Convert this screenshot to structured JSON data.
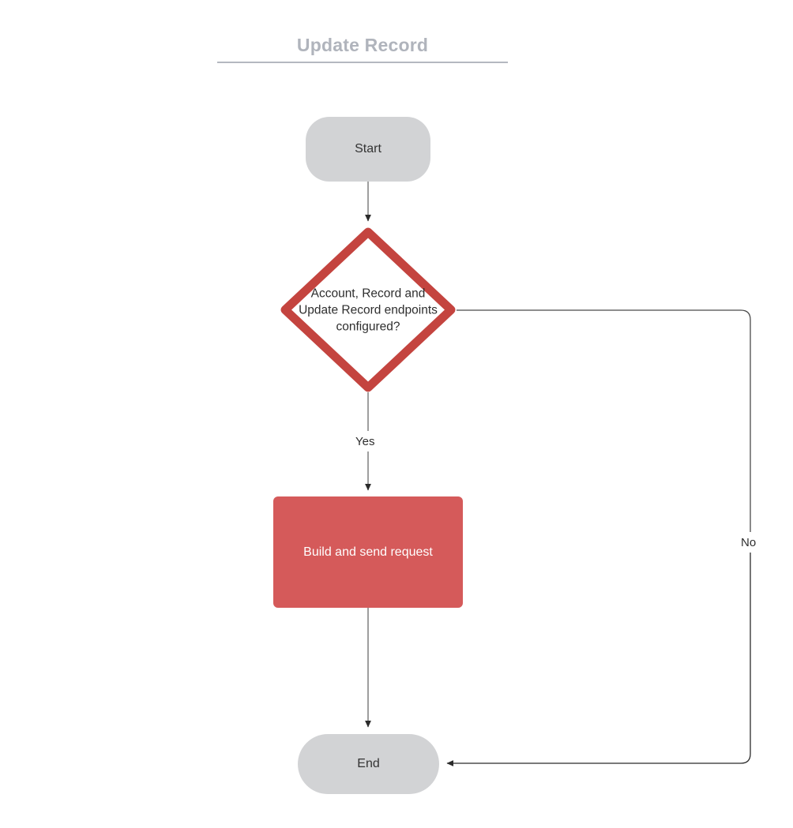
{
  "diagram": {
    "title": "Update Record",
    "type": "flowchart",
    "colors": {
      "terminator_fill": "#d2d3d5",
      "process_fill": "#d55a5a",
      "decision_stroke": "#c4443f",
      "decision_fill": "#ffffff",
      "edge_stroke": "#3d3d3d",
      "title_text": "#b0b4bc",
      "node_text_dark": "#333333",
      "node_text_light": "#ffffff"
    },
    "nodes": [
      {
        "id": "start",
        "shape": "terminator",
        "label": "Start"
      },
      {
        "id": "decision",
        "shape": "decision",
        "label": "Account, Record and Update Record endpoints configured?",
        "label_lines": [
          "Account, Record and",
          "Update Record endpoints",
          "configured?"
        ]
      },
      {
        "id": "process",
        "shape": "process",
        "label": "Build and send request"
      },
      {
        "id": "end",
        "shape": "terminator",
        "label": "End"
      }
    ],
    "edges": [
      {
        "from": "start",
        "to": "decision",
        "label": ""
      },
      {
        "from": "decision",
        "to": "process",
        "label": "Yes"
      },
      {
        "from": "decision",
        "to": "end",
        "label": "No"
      },
      {
        "from": "process",
        "to": "end",
        "label": ""
      }
    ],
    "edge_labels": {
      "yes": "Yes",
      "no": "No"
    }
  }
}
